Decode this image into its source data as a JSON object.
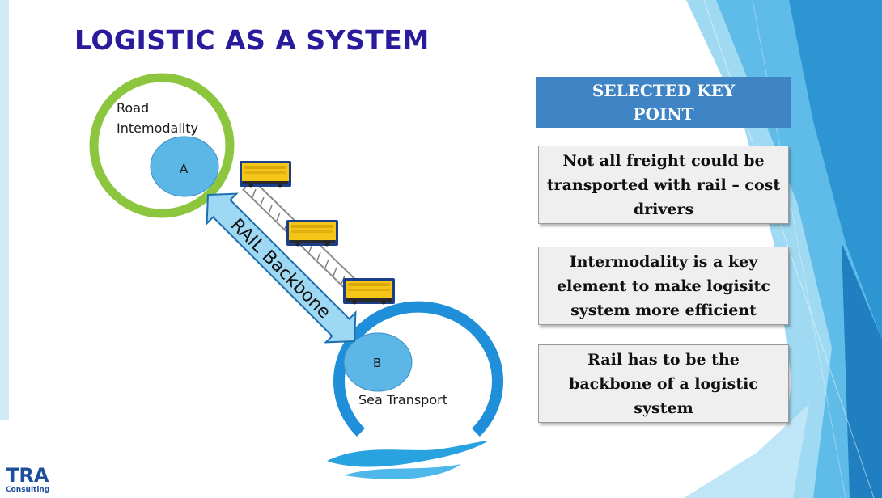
{
  "slide": {
    "title": "LOGISTIC AS A SYSTEM"
  },
  "diagram": {
    "road_label_line1": "Road",
    "road_label_line2": "Intemodality",
    "node_a": "A",
    "node_b": "B",
    "sea_label": "Sea Transport",
    "rail_label": "RAIL Backbone",
    "colors": {
      "road_ring": "#8cc63f",
      "sea_ring": "#1e8fd8",
      "node_fill": "#5cb6e6",
      "arrow_fill": "#9fd8f2",
      "train_yellow": "#f5c518",
      "title": "#2a1a9c"
    },
    "icons": [
      "train-car-icon",
      "train-car-icon",
      "train-car-icon",
      "waves-icon"
    ]
  },
  "key_points": {
    "header_line1": "SELECTED KEY",
    "header_line2": "POINT",
    "items": [
      {
        "text": "Not all freight could be transported with rail – cost drivers"
      },
      {
        "text": "Intermodality is a key element to make logisitc system more efficient"
      },
      {
        "text": "Rail has to be the backbone of a logistic system"
      }
    ]
  },
  "logo": {
    "main": "TRA",
    "sub": "Consulting"
  }
}
